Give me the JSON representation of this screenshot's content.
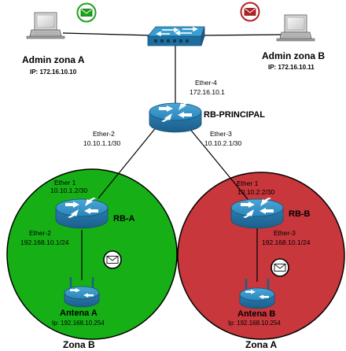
{
  "colors": {
    "zona_b_fill": "#16b016",
    "zona_a_fill": "#c8373b",
    "router_blue": "#2586b8",
    "switch_blue": "#2c8fc5",
    "mail_green": "#1aa31a",
    "mail_red": "#b22222",
    "link": "#000000"
  },
  "nodes": {
    "admin_a": {
      "name": "Admin zona A",
      "ip": "IP: 172.16.10.10",
      "icon": "laptop-icon"
    },
    "admin_b": {
      "name": "Admin zona B",
      "ip": "IP: 172.16.10.11",
      "icon": "laptop-icon"
    },
    "switch": {
      "icon": "switch-icon"
    },
    "rb_principal": {
      "name": "RB-PRINCIPAL",
      "icon": "router-icon"
    },
    "rb_a": {
      "name": "RB-A",
      "icon": "router-icon"
    },
    "rb_b": {
      "name": "RB-B",
      "icon": "router-icon"
    },
    "antena_a": {
      "name": "Antena A",
      "ip": "Ip: 192.168.10.254",
      "icon": "wireless-router-icon"
    },
    "antena_b": {
      "name": "Antena B",
      "ip": "Ip: 192.168.10.254",
      "icon": "wireless-router-icon"
    }
  },
  "interfaces": {
    "principal_ether4": {
      "name": "Ether-4",
      "ip": "172.16.10.1"
    },
    "principal_ether2": {
      "name": "Ether-2",
      "ip": "10.10.1.1/30"
    },
    "principal_ether3": {
      "name": "Ether-3",
      "ip": "10.10.2.1/30"
    },
    "rba_ether1": {
      "name": "Ether 1",
      "ip": "10.10.1.2/30"
    },
    "rba_ether2": {
      "name": "Ether-2",
      "ip": "192.168.10.1/24"
    },
    "rbb_ether1": {
      "name": "Ether 1",
      "ip": "10.10.2.2/30"
    },
    "rbb_ether3": {
      "name": "Ether-3",
      "ip": "192.168.10.1/24"
    }
  },
  "zones": {
    "left": {
      "label": "Zona B"
    },
    "right": {
      "label": "Zona A"
    }
  },
  "badges": {
    "green_mail": {
      "icon": "mail-icon"
    },
    "red_mail": {
      "icon": "mail-icon"
    },
    "zone_left_mail": {
      "icon": "mail-icon"
    },
    "zone_right_mail": {
      "icon": "mail-icon"
    }
  }
}
